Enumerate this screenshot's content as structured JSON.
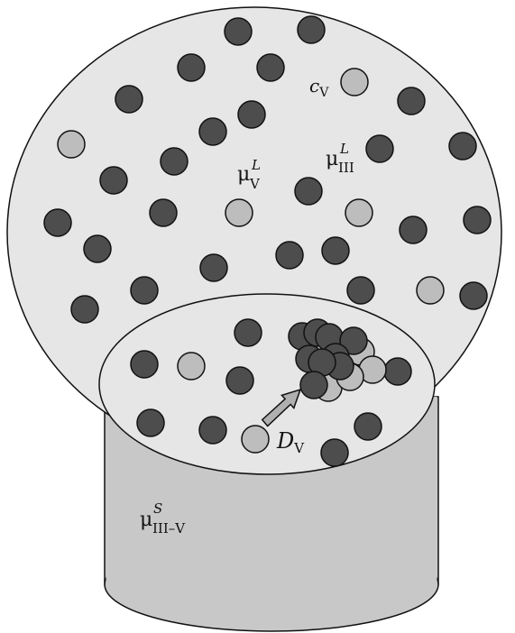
{
  "labels": {
    "cV": {
      "main": "c",
      "sub": "V"
    },
    "muVL": {
      "main": "μ",
      "sup": "L",
      "sub": "V"
    },
    "muIIIL": {
      "main": "μ",
      "sup": "L",
      "sub": "III"
    },
    "DV": {
      "main": "D",
      "sub": "V"
    },
    "muIIIVS": {
      "main": "μ",
      "sup": "S",
      "sub": "III–V"
    }
  },
  "colors": {
    "droplet_fill": "#e6e6e6",
    "substrate_fill": "#c8c8c8",
    "dark_atom": "#4d4d4d",
    "light_atom": "#bdbdbd",
    "outline": "#111111"
  }
}
